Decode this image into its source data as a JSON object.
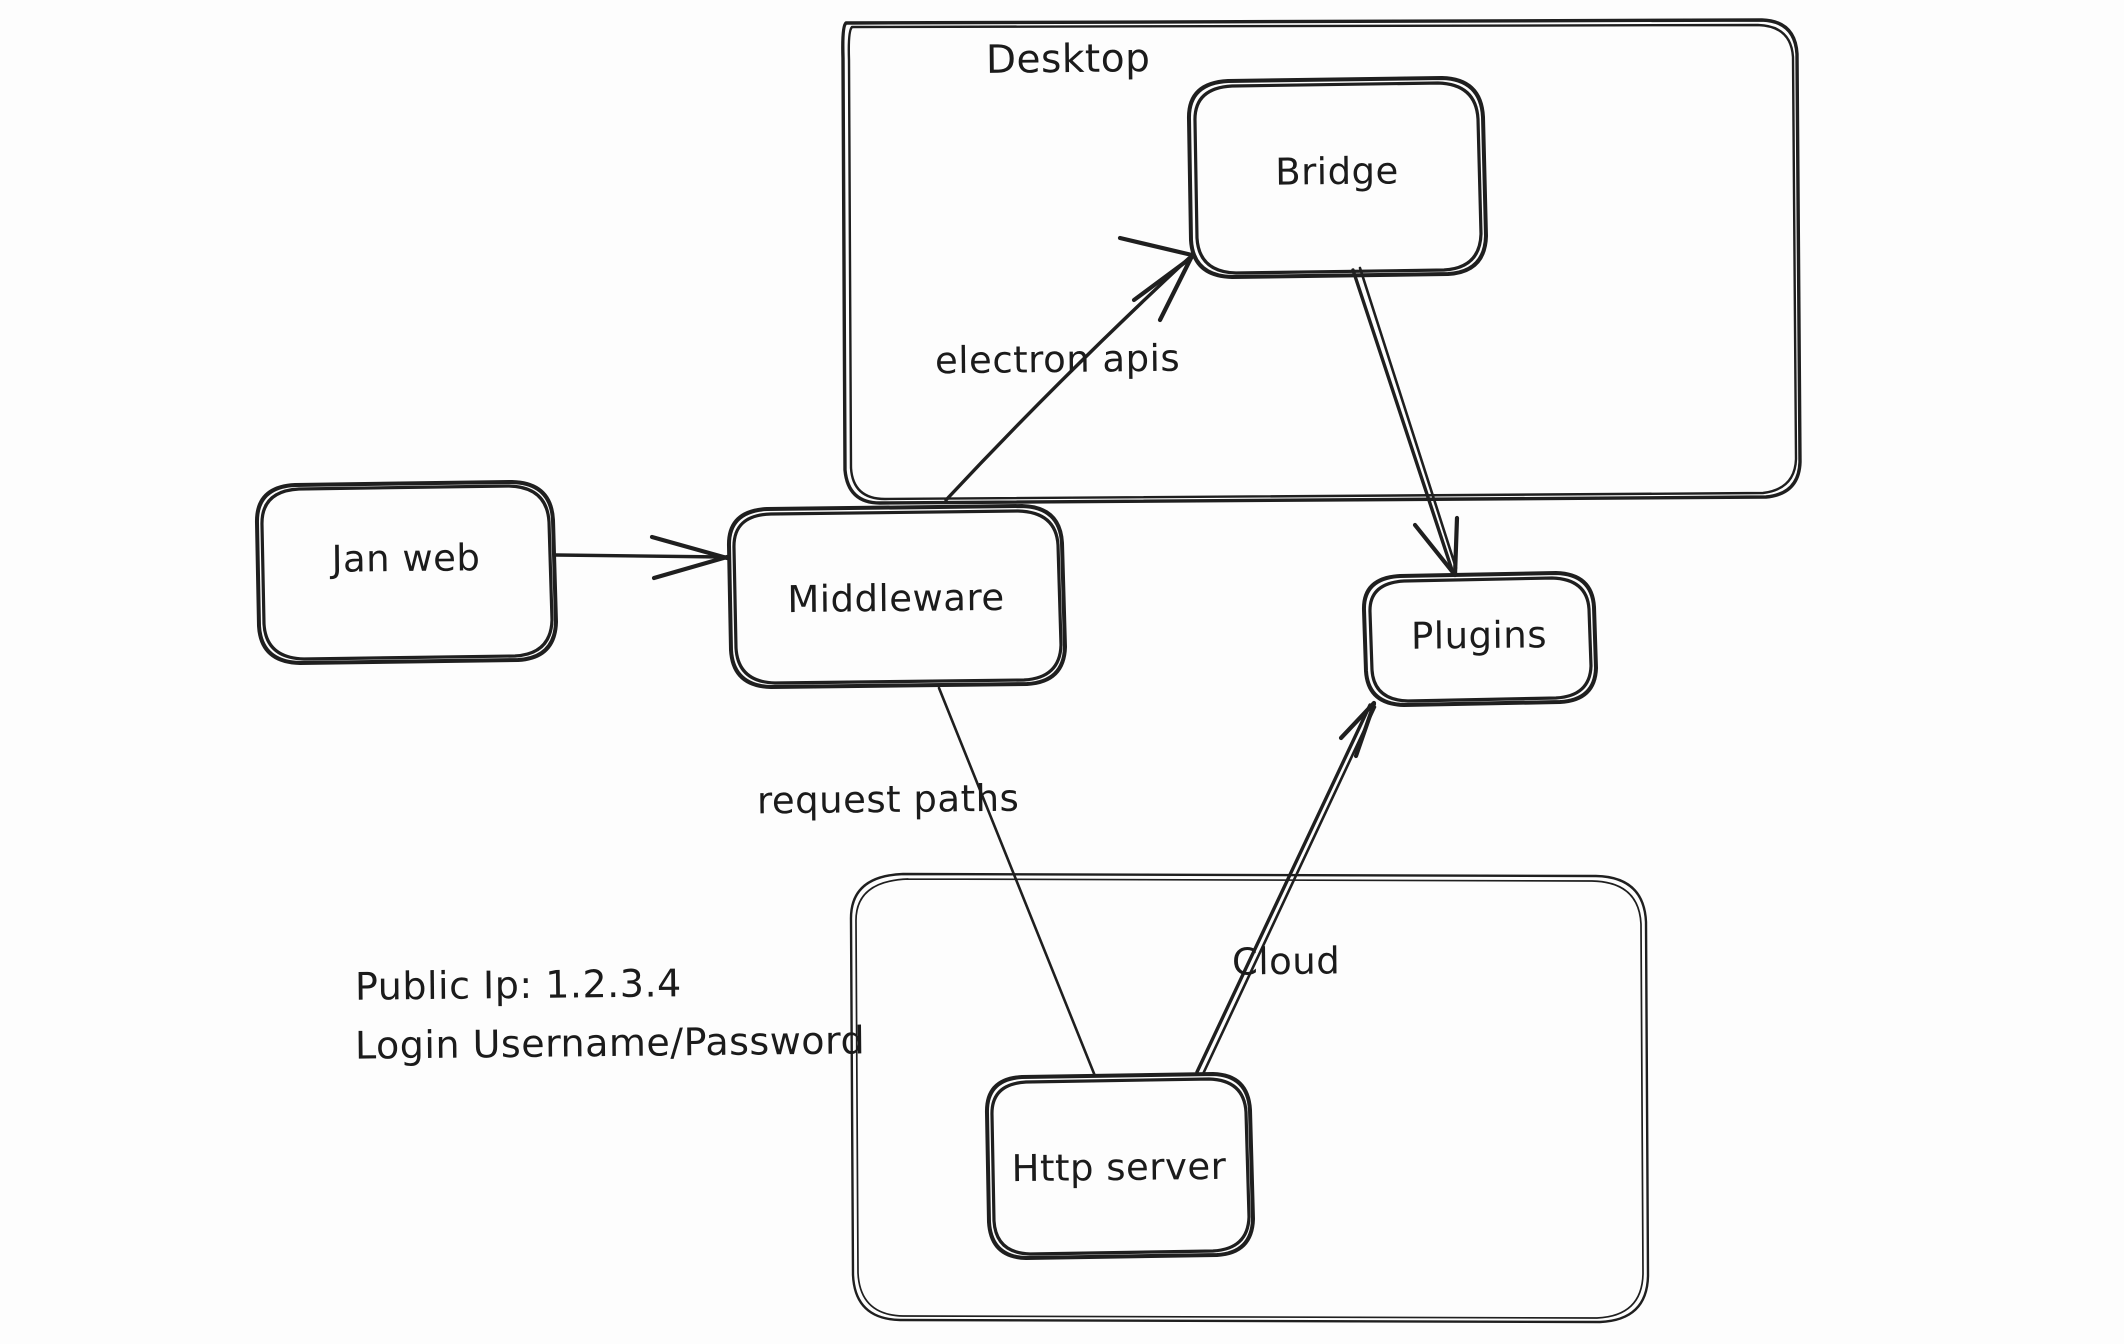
{
  "diagram": {
    "title": "Jan architecture sketch",
    "style": "hand-drawn whiteboard",
    "background_color": "#fdfdfd",
    "stroke_color": "#1f1f1f",
    "groups": [
      {
        "id": "desktop",
        "label": "Desktop"
      },
      {
        "id": "cloud",
        "label": ""
      }
    ],
    "nodes": [
      {
        "id": "jan-web",
        "label": "Jan web"
      },
      {
        "id": "middleware",
        "label": "Middleware"
      },
      {
        "id": "bridge",
        "label": "Bridge"
      },
      {
        "id": "plugins",
        "label": "Plugins"
      },
      {
        "id": "http-server",
        "label": "Http server"
      }
    ],
    "edges": [
      {
        "id": "jan-web-to-middleware",
        "from": "jan-web",
        "to": "middleware",
        "label": ""
      },
      {
        "id": "middleware-to-bridge",
        "from": "middleware",
        "to": "bridge",
        "label": "electron apis"
      },
      {
        "id": "bridge-to-plugins",
        "from": "bridge",
        "to": "plugins",
        "label": ""
      },
      {
        "id": "middleware-to-http",
        "from": "middleware",
        "to": "http-server",
        "label": "request paths"
      },
      {
        "id": "http-to-plugins",
        "from": "http-server",
        "to": "plugins",
        "label": "Cloud"
      }
    ],
    "notes": {
      "public_ip_line": "Public Ip: 1.2.3.4",
      "login_line": "Login Username/Password"
    }
  }
}
